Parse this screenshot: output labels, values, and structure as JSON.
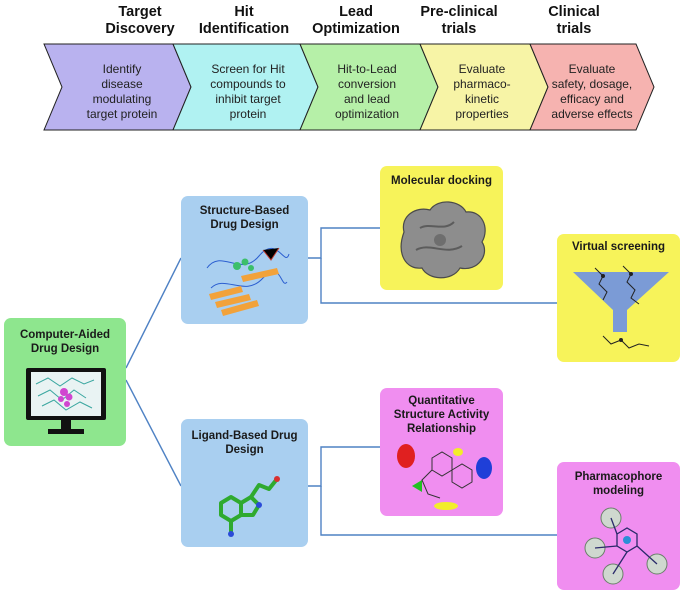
{
  "pipeline": {
    "stages": [
      {
        "title_line1": "Target",
        "title_line2": "Discovery",
        "desc": [
          "Identify",
          "disease",
          "modulating",
          "target protein"
        ],
        "color": "#b9b2ef"
      },
      {
        "title_line1": "Hit",
        "title_line2": "Identification",
        "desc": [
          "Screen for Hit",
          "compounds to",
          "inhibit target",
          "protein"
        ],
        "color": "#b0f2f2"
      },
      {
        "title_line1": "Lead",
        "title_line2": "Optimization",
        "desc": [
          "Hit-to-Lead",
          "conversion",
          "and lead",
          "optimization"
        ],
        "color": "#b6f0a8"
      },
      {
        "title_line1": "Pre-clinical",
        "title_line2": "trials",
        "desc": [
          "Evaluate",
          "pharmaco-",
          "kinetic",
          "properties"
        ],
        "color": "#f7f4a6"
      },
      {
        "title_line1": "Clinical",
        "title_line2": "trials",
        "desc": [
          "Evaluate",
          "safety, dosage,",
          "efficacy and",
          "adverse effects"
        ],
        "color": "#f6b3b0"
      }
    ]
  },
  "tree": {
    "root": {
      "label_line1": "Computer-Aided",
      "label_line2": "Drug Design",
      "color": "#8ee68e"
    },
    "sbdd": {
      "label_line1": "Structure-Based",
      "label_line2": "Drug Design",
      "color": "#a9cff0"
    },
    "lbdd": {
      "label_line1": "Ligand-Based Drug",
      "label_line2": "Design",
      "color": "#a9cff0"
    },
    "docking": {
      "label": "Molecular docking",
      "color": "#f7f35a"
    },
    "screening": {
      "label": "Virtual screening",
      "color": "#f7f35a"
    },
    "qsar": {
      "label_line1": "Quantitative",
      "label_line2": "Structure Activity",
      "label_line3": "Relationship",
      "color": "#f08ef0"
    },
    "pharmacophore": {
      "label_line1": "Pharmacophore",
      "label_line2": "modeling",
      "color": "#f08ef0"
    }
  }
}
